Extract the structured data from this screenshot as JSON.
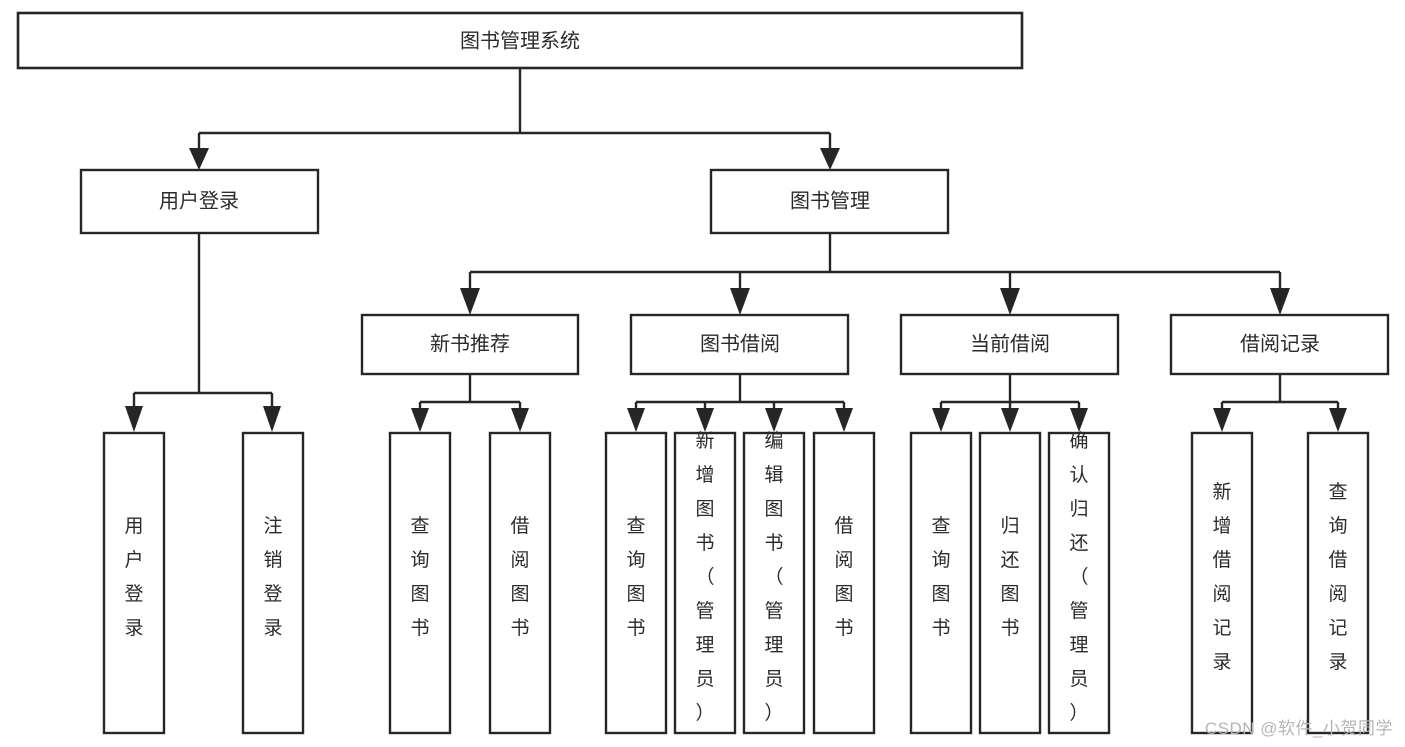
{
  "diagram": {
    "title": "图书管理系统",
    "type": "tree-hierarchy-chart",
    "colors": {
      "box_stroke": "#262626",
      "box_fill": "#ffffff",
      "text": "#2b2b2b",
      "connector": "#262626",
      "watermark": "#b5b5b5",
      "background": "#ffffff"
    },
    "root": {
      "label": "图书管理系统"
    },
    "level2": [
      {
        "label": "用户登录"
      },
      {
        "label": "图书管理"
      }
    ],
    "level3": [
      {
        "label": "新书推荐"
      },
      {
        "label": "图书借阅"
      },
      {
        "label": "当前借阅"
      },
      {
        "label": "借阅记录"
      }
    ],
    "leaves": {
      "user_login": [
        {
          "label": "用户登录"
        },
        {
          "label": "注销登录"
        }
      ],
      "new_book_recommend": [
        {
          "label": "查询图书"
        },
        {
          "label": "借阅图书"
        }
      ],
      "book_borrow": [
        {
          "label": "查询图书"
        },
        {
          "label": "新增图书（管理员）"
        },
        {
          "label": "编辑图书（管理员）"
        },
        {
          "label": "借阅图书"
        }
      ],
      "current_borrow": [
        {
          "label": "查询图书"
        },
        {
          "label": "归还图书"
        },
        {
          "label": "确认归还（管理员）"
        }
      ],
      "borrow_records": [
        {
          "label": "新增借阅记录"
        },
        {
          "label": "查询借阅记录"
        }
      ]
    },
    "watermark": "CSDN @软件_小贺同学"
  }
}
